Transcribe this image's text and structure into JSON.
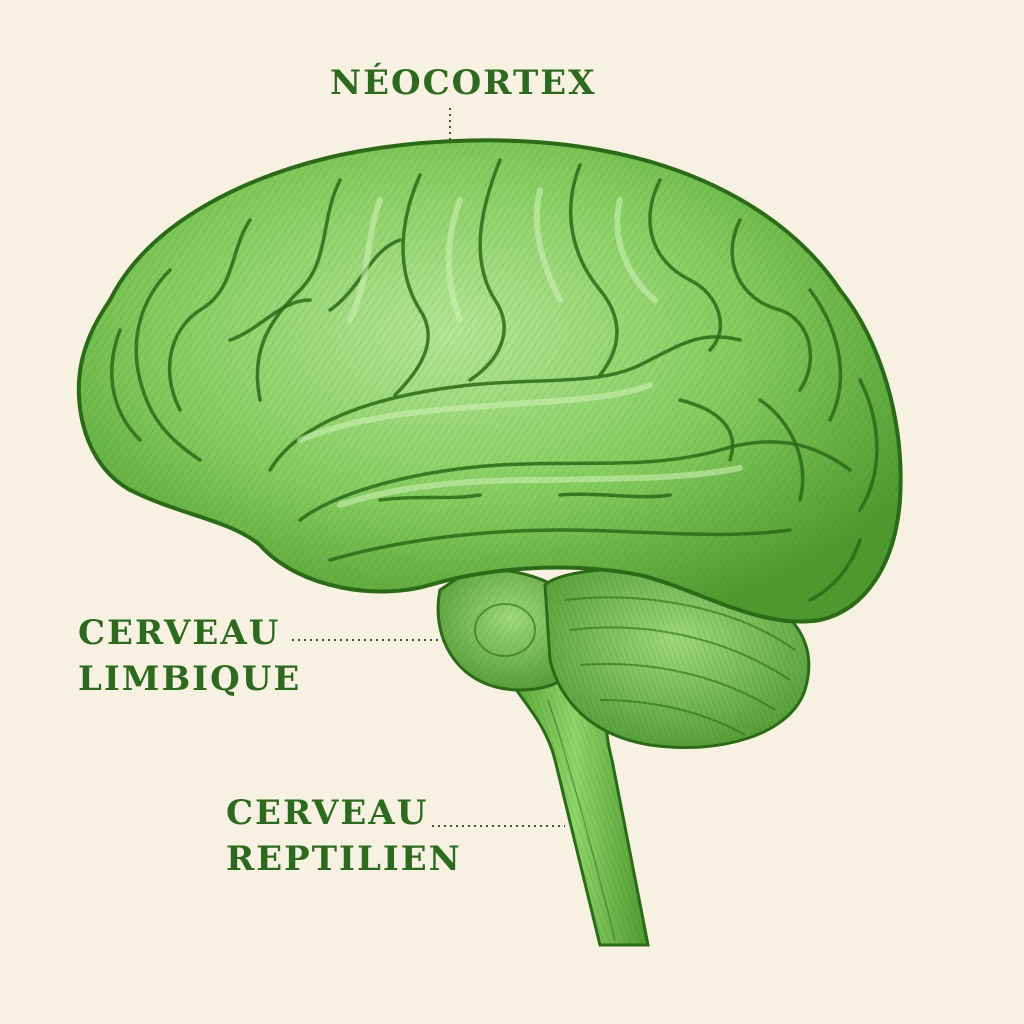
{
  "labels": {
    "neocortex": "NÉOCORTEX",
    "limbic": [
      "CERVEAU",
      "LIMBIQUE"
    ],
    "reptilian": [
      "CERVEAU",
      "REPTILIEN"
    ]
  },
  "colors": {
    "background": "#f7f1e1",
    "label_text": "#2d6a1f",
    "brain_fill": "#6fbd4a",
    "brain_highlight": "#b6e597",
    "brain_outline": "#2b6a17",
    "leader_line": "#3d5a2e"
  }
}
